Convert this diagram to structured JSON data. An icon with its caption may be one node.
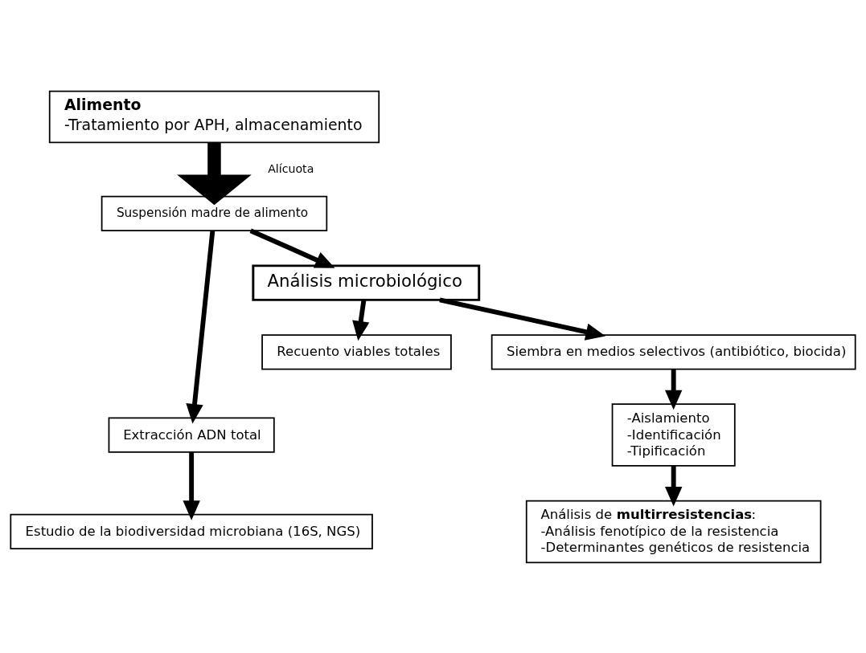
{
  "diagram": {
    "nodes": [
      {
        "text": [
          "Alimento",
          "-Tratamiento por APH, almacenamiento"
        ]
      },
      {
        "text": [
          "Suspensión madre de alimento"
        ]
      },
      {
        "text": [
          "Análisis microbiológico"
        ]
      },
      {
        "text": [
          "Recuento viables totales"
        ]
      },
      {
        "text": [
          "Siembra en medios selectivos (antibiótico, biocida)"
        ]
      },
      {
        "text": [
          "Extracción ADN total"
        ]
      },
      {
        "text": [
          "Estudio de la biodiversidad microbiana (16S, NGS)"
        ]
      },
      {
        "text": [
          "-Aislamiento",
          "-Identificación",
          "-Tipificación"
        ]
      },
      {
        "text": [
          "Análisis de **multirresistencias**:",
          "-Análisis fenotípico de la resistencia",
          "-Determinantes genéticos de resistencia"
        ]
      }
    ],
    "edges": [
      {
        "from": 0,
        "to": 1,
        "arrow": "to",
        "label": "Alícuota",
        "style": "thick"
      },
      {
        "from": 1,
        "to": 5,
        "arrow": "to"
      },
      {
        "from": 1,
        "to": 2,
        "arrow": "to"
      },
      {
        "from": 2,
        "to": 3,
        "arrow": "to"
      },
      {
        "from": 2,
        "to": 4,
        "arrow": "to"
      },
      {
        "from": 5,
        "to": 6,
        "arrow": "to"
      },
      {
        "from": 4,
        "to": 7,
        "arrow": "to"
      },
      {
        "from": 7,
        "to": 8,
        "arrow": "to"
      }
    ]
  }
}
